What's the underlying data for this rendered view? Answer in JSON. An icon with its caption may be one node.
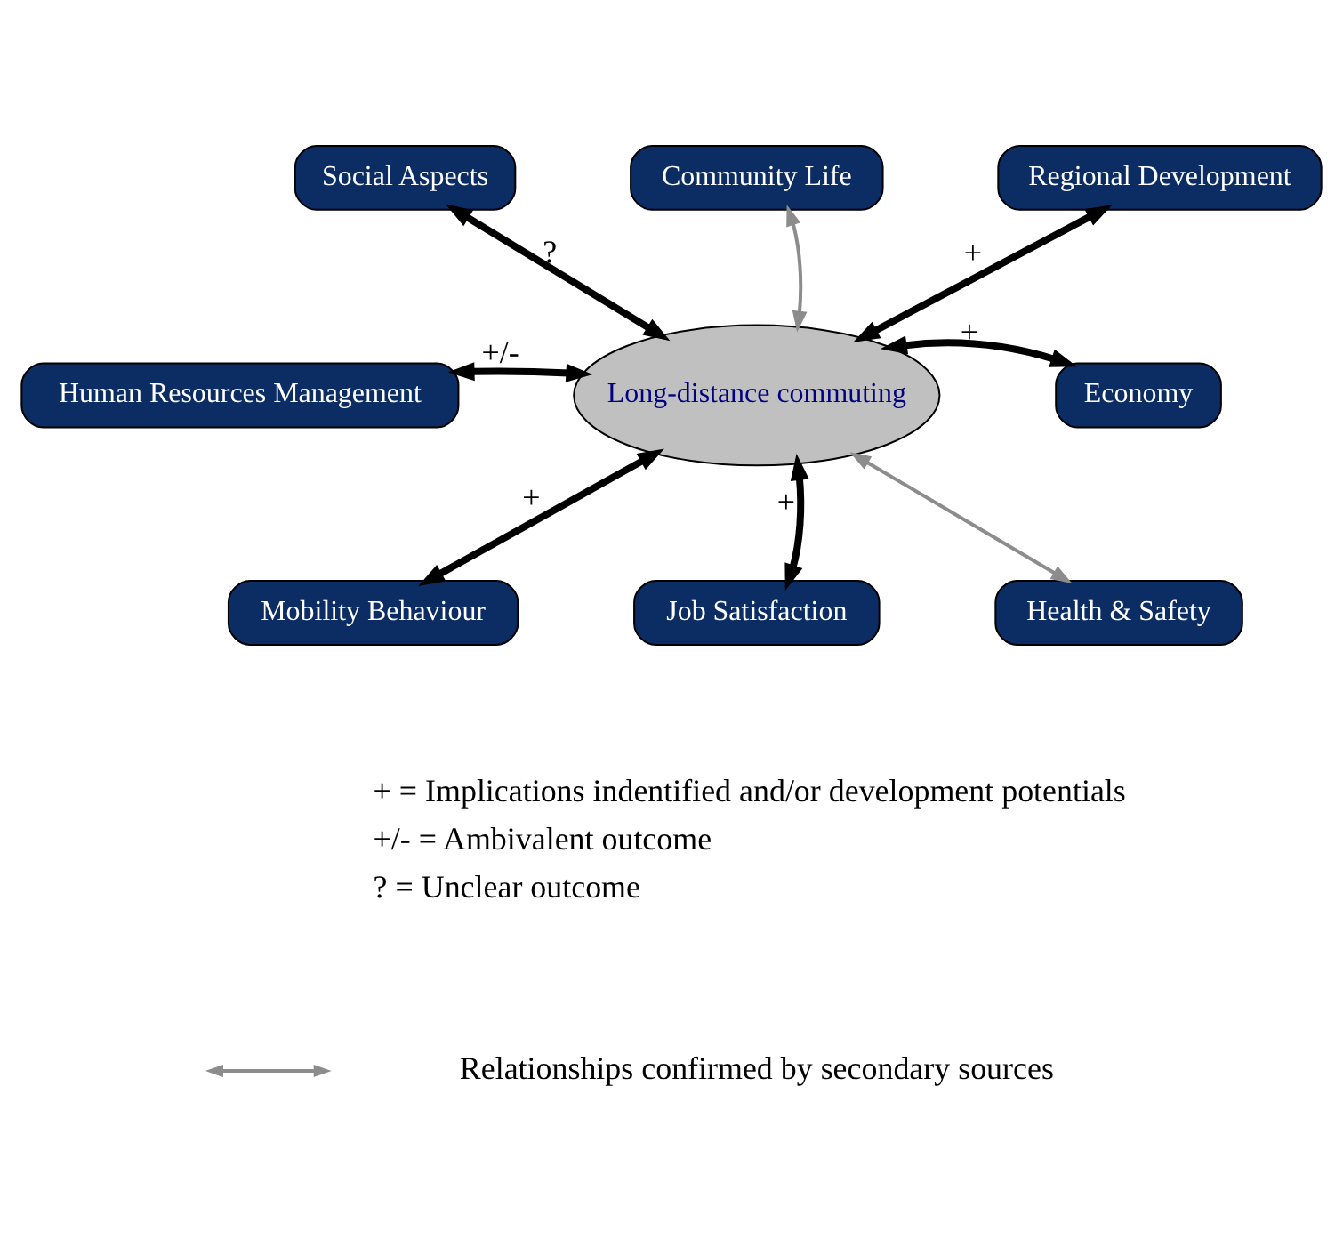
{
  "diagram": {
    "nodes": [
      {
        "text": [
          "Long-distance commuting"
        ]
      },
      {
        "text": [
          "Social Aspects"
        ]
      },
      {
        "text": [
          "Community Life"
        ]
      },
      {
        "text": [
          "Regional Development"
        ]
      },
      {
        "text": [
          "Economy"
        ]
      },
      {
        "text": [
          "Health & Safety"
        ]
      },
      {
        "text": [
          "Job Satisfaction"
        ]
      },
      {
        "text": [
          "Mobility Behaviour"
        ]
      },
      {
        "text": [
          "Human Resources Management"
        ]
      }
    ],
    "edges": [
      {
        "from": 0,
        "to": 1,
        "arrow": "both",
        "label": "?"
      },
      {
        "from": 0,
        "to": 2,
        "arrow": "both",
        "color": "#8c8c8c"
      },
      {
        "from": 0,
        "to": 3,
        "arrow": "both",
        "label": "+"
      },
      {
        "from": 0,
        "to": 4,
        "arrow": "both",
        "label": "+"
      },
      {
        "from": 0,
        "to": 5,
        "arrow": "both",
        "color": "#8c8c8c"
      },
      {
        "from": 0,
        "to": 6,
        "arrow": "both",
        "label": "+"
      },
      {
        "from": 0,
        "to": 7,
        "arrow": "both",
        "label": "+"
      },
      {
        "from": 0,
        "to": 8,
        "arrow": "both",
        "label": "+/-"
      }
    ],
    "legend": [
      {
        "text": "+ = Implications indentified and/or development potentials"
      },
      {
        "text": "+/- = Ambivalent outcome"
      },
      {
        "text": "? = Unclear outcome"
      },
      {
        "text": "Relationships confirmed by secondary sources"
      }
    ]
  }
}
